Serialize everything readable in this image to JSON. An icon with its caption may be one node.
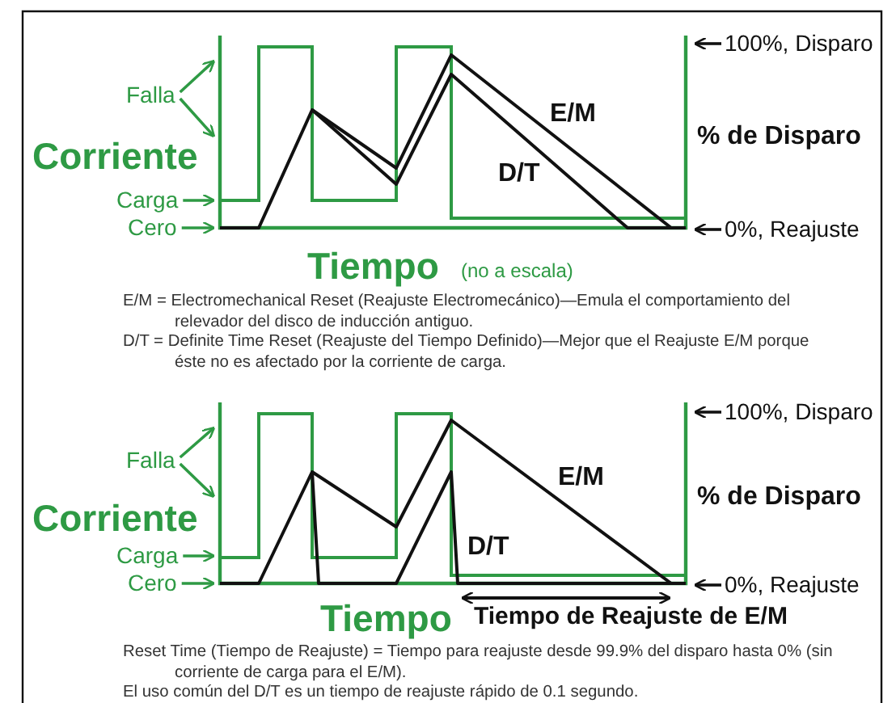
{
  "diagram": {
    "nodes": [
      {
        "text": [
          "Falla"
        ]
      },
      {
        "text": [
          "Carga"
        ]
      },
      {
        "text": [
          "Cero"
        ]
      },
      {
        "text": [
          "100%, Disparo"
        ]
      },
      {
        "text": [
          "0%, Reajuste"
        ]
      },
      {
        "text": [],
        "shape": "box"
      },
      {
        "text": [
          "Falla"
        ]
      },
      {
        "text": [
          "Carga"
        ]
      },
      {
        "text": [
          "Cero"
        ]
      },
      {
        "text": [
          "100%, Disparo"
        ]
      },
      {
        "text": [
          "0%, Reajuste"
        ]
      },
      {
        "text": [],
        "shape": "box"
      }
    ],
    "edges": [
      {
        "from": 0,
        "to": 5,
        "arrow": "to"
      },
      {
        "from": 0,
        "to": 5,
        "arrow": "to"
      },
      {
        "from": 1,
        "to": 5,
        "arrow": "to"
      },
      {
        "from": 2,
        "to": 5,
        "arrow": "to"
      },
      {
        "from": 3,
        "to": 5,
        "arrow": "to",
        "color": "#111111"
      },
      {
        "from": 4,
        "to": 5,
        "arrow": "to",
        "color": "#111111"
      },
      {
        "from": 6,
        "to": 11,
        "arrow": "to"
      },
      {
        "from": 6,
        "to": 11,
        "arrow": "to"
      },
      {
        "from": 7,
        "to": 11,
        "arrow": "to"
      },
      {
        "from": 8,
        "to": 11,
        "arrow": "to"
      },
      {
        "from": 9,
        "to": 11,
        "arrow": "to",
        "color": "#111111"
      },
      {
        "from": 10,
        "to": 11,
        "arrow": "to",
        "color": "#111111"
      }
    ],
    "labels": [
      "Corriente",
      "E/M",
      "% de Disparo",
      "D/T",
      "Tiempo",
      "(no a escala)",
      "E/M = Electromechanical Reset (Reajuste Electromecánico)—Emula el comportamiento del relevador del disco de inducción antiguo.",
      "D/T = Definite Time Reset (Reajuste del Tiempo Definido)—Mejor que el Reajuste E/M porque éste no es afectado por la corriente de carga.",
      "Corriente",
      "E/M",
      "% de Disparo",
      "D/T",
      "Tiempo",
      "Tiempo de Reajuste de E/M",
      "Reset Time (Tiempo de Reajuste) = Tiempo para reajuste desde 99.9% del disparo hasta 0% (sin corriente de carga para el E/M).",
      "El uso común del D/T es un tiempo de reajuste rápido de 0.1 segundo."
    ]
  }
}
